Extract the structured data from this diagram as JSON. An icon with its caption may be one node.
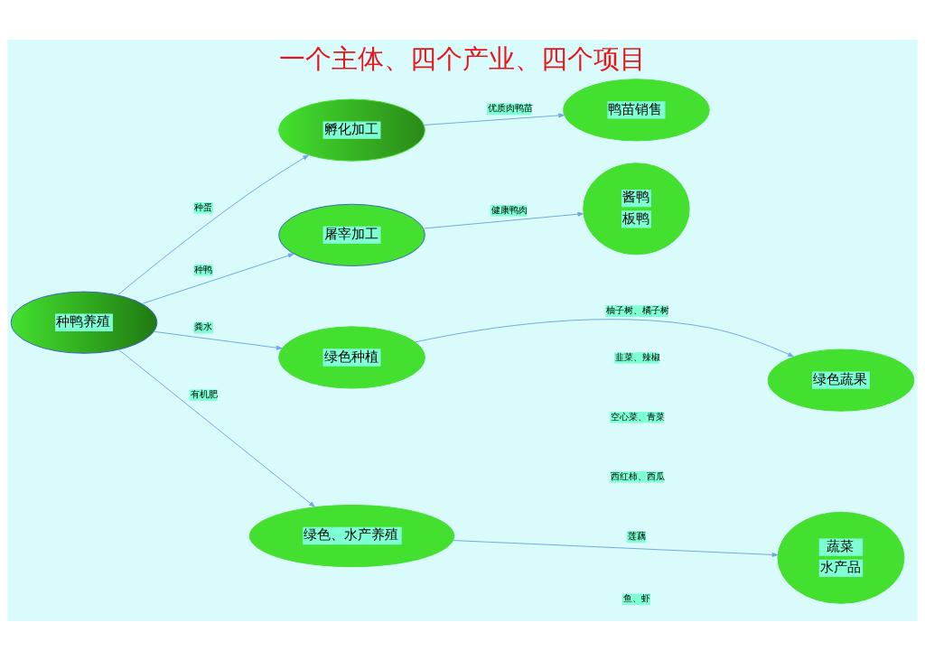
{
  "diagram": {
    "title": "一个主体、四个产业、四个项目",
    "nodes": [
      {
        "text": [
          "种鸭养殖"
        ]
      },
      {
        "text": [
          "孵化加工"
        ]
      },
      {
        "text": [
          "屠宰加工"
        ]
      },
      {
        "text": [
          "绿色种植"
        ]
      },
      {
        "text": [
          "绿色、水产养殖"
        ]
      },
      {
        "text": [
          "鸭苗销售"
        ]
      },
      {
        "text": [
          "酱鸭",
          "板鸭"
        ]
      },
      {
        "text": [
          "绿色蔬果"
        ]
      },
      {
        "text": [
          "蔬菜",
          "水产品"
        ]
      }
    ],
    "edges": [
      {
        "from": 0,
        "to": 1,
        "arrow": "to",
        "label": "种蛋"
      },
      {
        "from": 0,
        "to": 2,
        "arrow": "to",
        "label": "种鸭"
      },
      {
        "from": 0,
        "to": 3,
        "arrow": "to",
        "label": "粪水"
      },
      {
        "from": 0,
        "to": 4,
        "arrow": "to",
        "label": "有机肥"
      },
      {
        "from": 1,
        "to": 5,
        "arrow": "to",
        "label": "优质肉鸭苗"
      },
      {
        "from": 2,
        "to": 6,
        "arrow": "to",
        "label": "健康鸭肉"
      },
      {
        "from": 3,
        "to": 7,
        "arrow": "to",
        "label": "柚子树、橘子树"
      },
      {
        "from": 4,
        "to": 8,
        "arrow": "to",
        "label": "莲藕"
      }
    ],
    "labels": [
      "韭菜、辣椒",
      "空心菜、青菜",
      "西红柿、西瓜",
      "鱼、虾"
    ]
  }
}
